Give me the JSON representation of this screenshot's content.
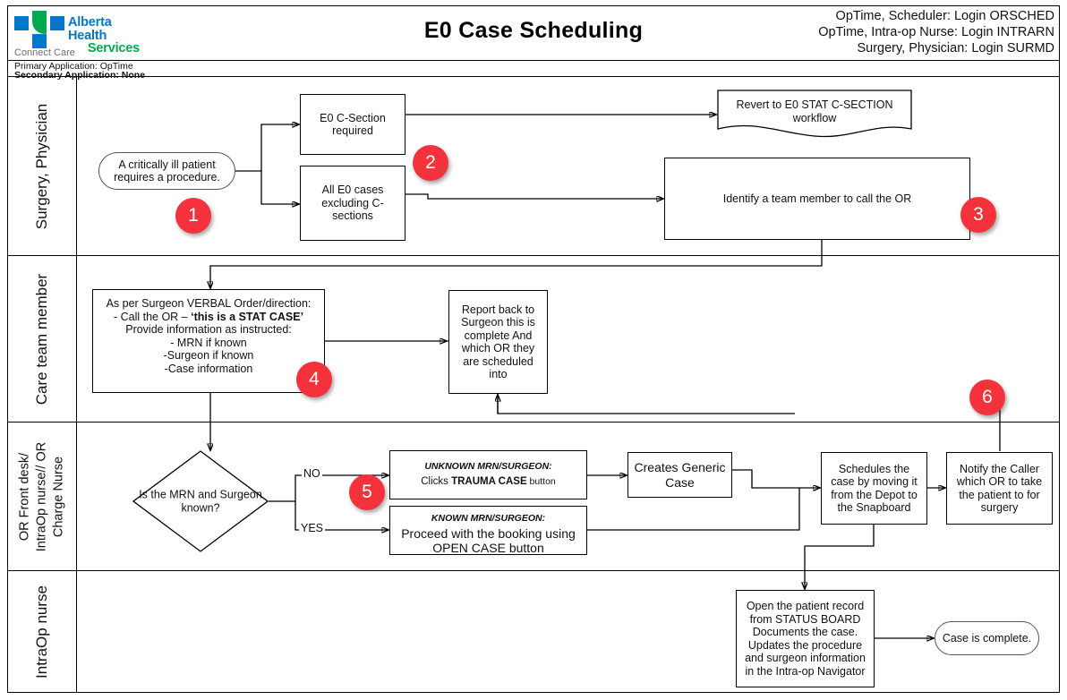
{
  "header": {
    "logo": {
      "line1": "Alberta Health",
      "line2": "Services",
      "tagline": "Connect Care"
    },
    "primary_application": "Primary Application: OpTime",
    "secondary_application": "Secondary Application: None",
    "title": "E0 Case Scheduling",
    "logins": [
      "OpTime, Scheduler: Login ORSCHED",
      "OpTime, Intra-op Nurse: Login INTRARN",
      "Surgery, Physician: Login SURMD"
    ]
  },
  "colors": {
    "badge": "#f4323c",
    "logo_blue": "#0077c8",
    "logo_green": "#00a94f"
  },
  "lanes": [
    {
      "label": "Surgery, Physician"
    },
    {
      "label": "Care team member"
    },
    {
      "label": "OR Front desk/ IntraOp nurse// OR Charge Nurse"
    },
    {
      "label": "IntraOp nurse"
    }
  ],
  "nodes": {
    "start": "A critically ill patient requires a procedure.",
    "csection": "E0 C-Section required",
    "alle0": "All E0 cases excluding C-sections",
    "revert": "Revert to E0 STAT C-SECTION workflow",
    "identify": "Identify a team member to call the OR",
    "verbal_l1": "As per Surgeon VERBAL Order/direction:",
    "verbal_l2a": "- Call the OR – ",
    "verbal_l2b": "‘this is a STAT CASE’",
    "verbal_l3": "Provide information as instructed:",
    "verbal_l4": "- MRN if known",
    "verbal_l5": "-Surgeon if known",
    "verbal_l6": "-Case information",
    "report": "Report back to Surgeon this is complete And which OR they are scheduled into",
    "decision": "Is the MRN and Surgeon known?",
    "unknown_l1": "UNKNOWN MRN/SURGEON:",
    "unknown_l2a": "Clicks ",
    "unknown_l2b": "TRAUMA CASE",
    "unknown_l2c": " button",
    "known_l1": "KNOWN MRN/SURGEON:",
    "known_l2": "Proceed with the booking using OPEN CASE button",
    "generic": "Creates Generic Case",
    "schedules": "Schedules the case by moving it from the Depot to the Snapboard",
    "notify": "Notify the Caller which OR to take the patient to for surgery",
    "openrecord": "Open the patient record from STATUS BOARD Documents the case. Updates the procedure and surgeon information in the Intra-op Navigator",
    "complete": "Case is complete."
  },
  "edge_labels": {
    "no": "NO",
    "yes": "YES"
  },
  "badges": [
    {
      "n": "1"
    },
    {
      "n": "2"
    },
    {
      "n": "3"
    },
    {
      "n": "4"
    },
    {
      "n": "5"
    },
    {
      "n": "6"
    }
  ]
}
